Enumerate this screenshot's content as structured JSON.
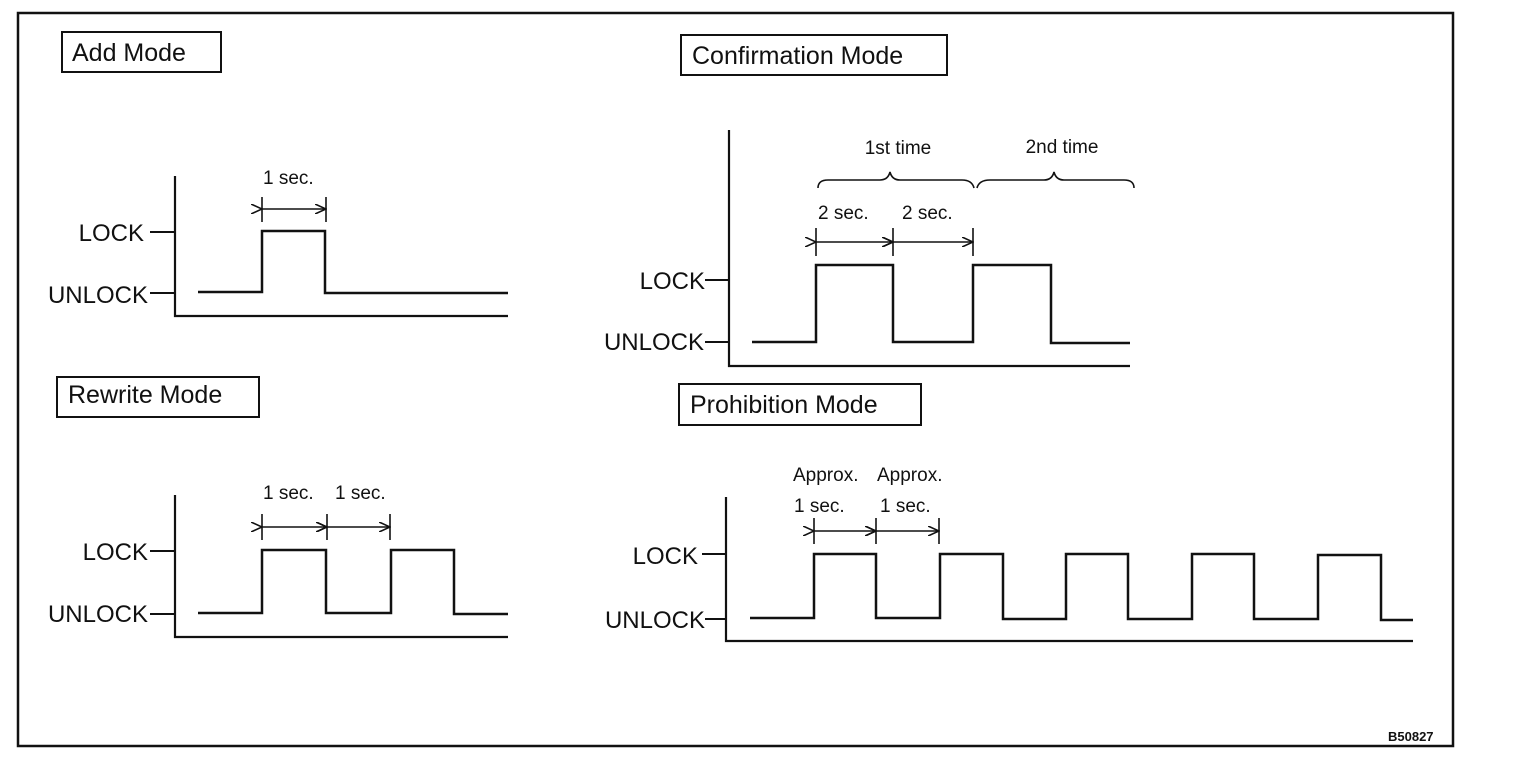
{
  "figure_id": "B50827",
  "levels": {
    "lock": "LOCK",
    "unlock": "UNLOCK"
  },
  "panels": {
    "add": {
      "title": "Add Mode",
      "duration": "1 sec."
    },
    "confirmation": {
      "title": "Confirmation Mode",
      "first_time": "1st time",
      "second_time": "2nd time",
      "duration_1": "2 sec.",
      "duration_2": "2 sec."
    },
    "rewrite": {
      "title": "Rewrite Mode",
      "duration_1": "1 sec.",
      "duration_2": "1 sec."
    },
    "prohibition": {
      "title": "Prohibition Mode",
      "approx_1": "Approx.",
      "duration_1": "1 sec.",
      "approx_2": "Approx.",
      "duration_2": "1 sec."
    }
  }
}
